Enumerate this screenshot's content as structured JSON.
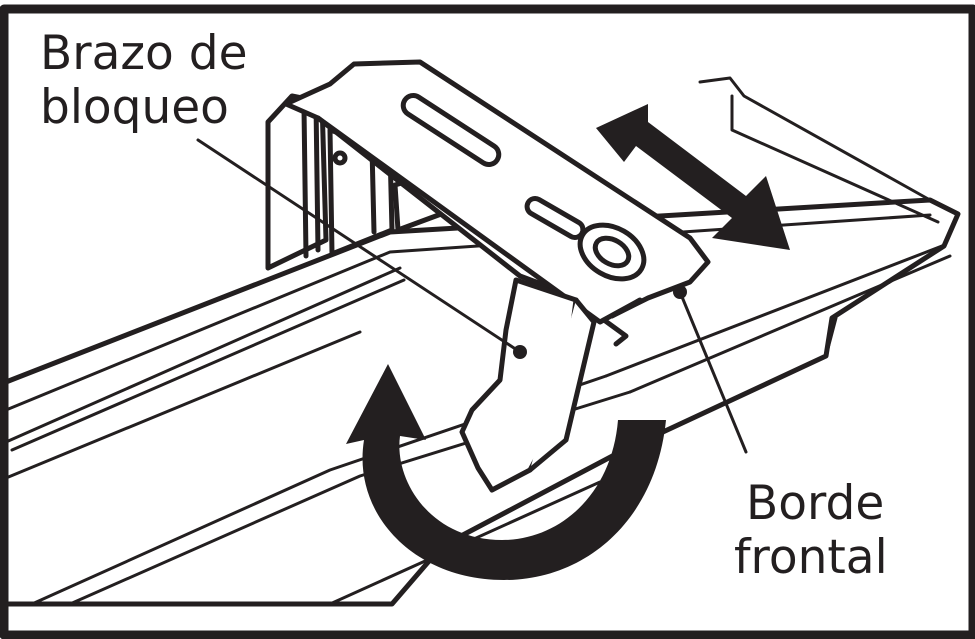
{
  "labels": {
    "locking_arm": [
      "Brazo de",
      "bloqueo"
    ],
    "front_edge": [
      "Borde",
      "frontal"
    ]
  },
  "colors": {
    "ink": "#231f20",
    "background": "#ffffff"
  },
  "icons": {
    "slide_direction": "double-headed-arrow-icon",
    "rotate_direction": "curved-arrow-icon"
  }
}
